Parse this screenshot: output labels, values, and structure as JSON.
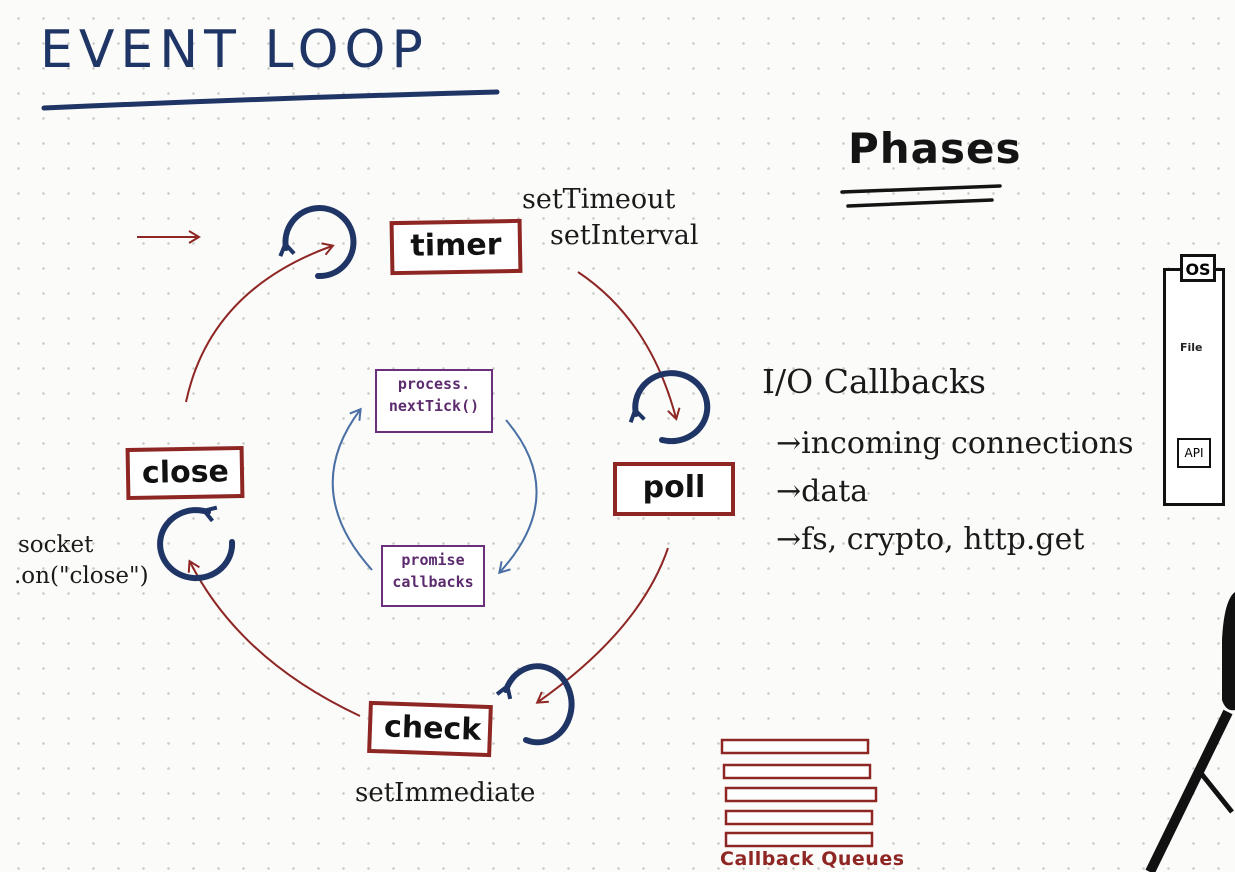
{
  "title": "EVENT LOOP",
  "phases_title": "Phases",
  "phases": {
    "timer": "timer",
    "poll": "poll",
    "check": "check",
    "close": "close"
  },
  "inner": {
    "next_tick_line1": "process.",
    "next_tick_line2": "nextTick()",
    "promise_line1": "promise",
    "promise_line2": "callbacks"
  },
  "notes": {
    "timer_line1": "setTimeout",
    "timer_line2": "setInterval",
    "close_line1": "socket",
    "close_line2": ".on(\"close\")",
    "check": "setImmediate"
  },
  "io": {
    "title": "I/O Callbacks",
    "items": [
      "incoming connections",
      "data",
      "fs, crypto, http.get"
    ]
  },
  "queues_label": "Callback Queues",
  "os": {
    "tag": "OS",
    "file_label": "File",
    "api_label": "API"
  },
  "colors": {
    "title": "#1f3566",
    "phase_border": "#8e2624",
    "loop_arrow": "#8e2624",
    "cycle_icon": "#1f3566",
    "inner_border": "#6b2f7b",
    "inner_arrow": "#4a6fa5"
  }
}
